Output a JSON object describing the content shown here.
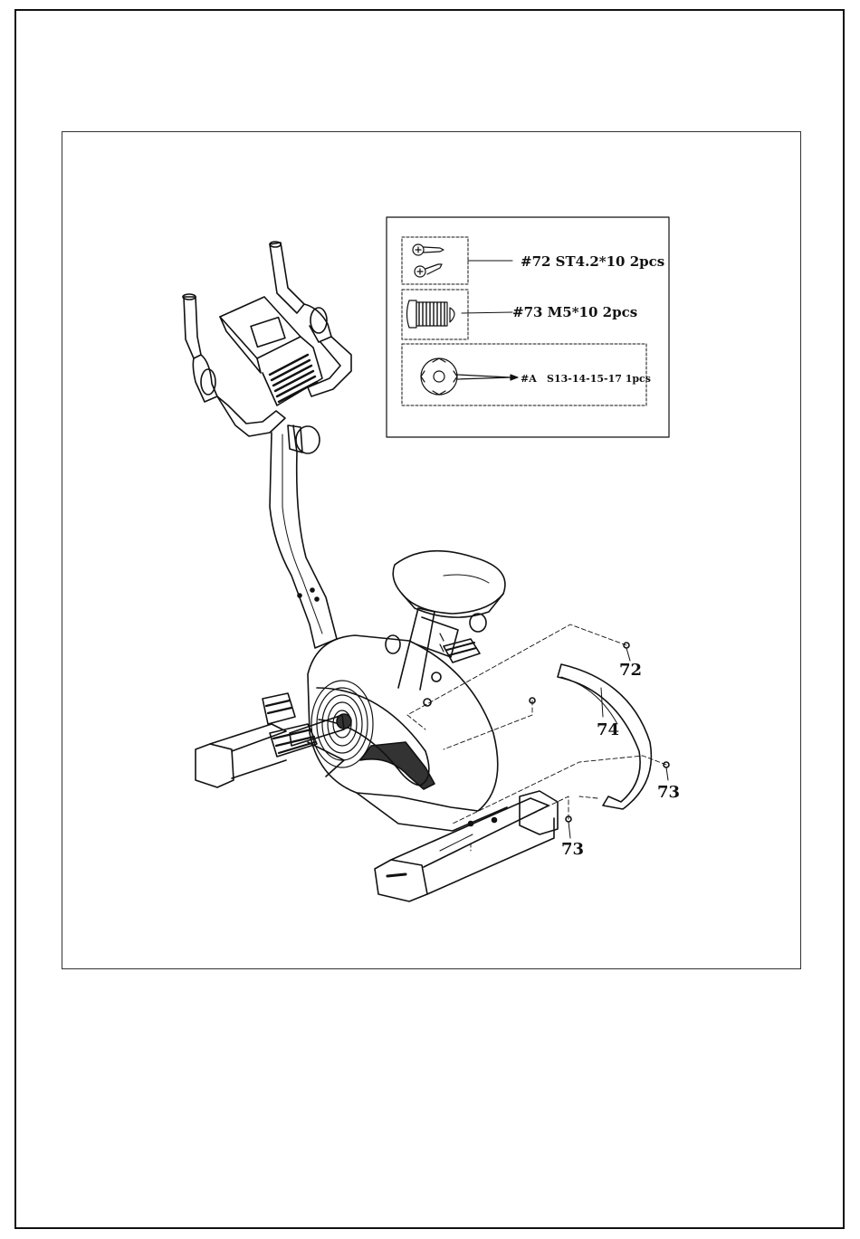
{
  "parts_box": {
    "items": [
      {
        "label": "#72 ST4.2*10 2pcs"
      },
      {
        "label": "#73 M5*10 2pcs"
      },
      {
        "tool_id": "#A",
        "tool_spec": "S13-14-15-17  1pcs"
      }
    ]
  },
  "callouts": {
    "c72": "72",
    "c74": "74",
    "c73_right": "73",
    "c73_bottom": "73"
  }
}
